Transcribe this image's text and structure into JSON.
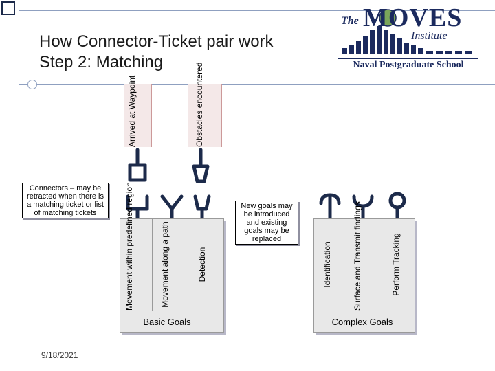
{
  "title": {
    "line1": "How Connector-Ticket pair work",
    "line2": "Step 2: Matching"
  },
  "logo": {
    "the": "The",
    "moves": "MOVES",
    "institute": "Institute",
    "school": "Naval Postgraduate School"
  },
  "tickets": {
    "arrived": "Arrived at Waypoint",
    "obstacles": "Obstacles encountered"
  },
  "callouts": {
    "connectors": "Connectors – may be retracted when there is a matching ticket or list of matching tickets",
    "new_goals": "New goals may be introduced and existing goals may be replaced"
  },
  "basic_goals": {
    "label": "Basic Goals",
    "items": [
      "Movement within predefined region",
      "Movement along a path",
      "Detection"
    ]
  },
  "complex_goals": {
    "label": "Complex Goals",
    "items": [
      "Identification",
      "Surface and Transmit findings",
      "Perform Tracking"
    ]
  },
  "footer": {
    "date": "9/18/2021"
  },
  "colors": {
    "navy": "#1b2a5e",
    "ticket_bg": "#f4e8e8",
    "box_bg": "#e8e8e8"
  }
}
